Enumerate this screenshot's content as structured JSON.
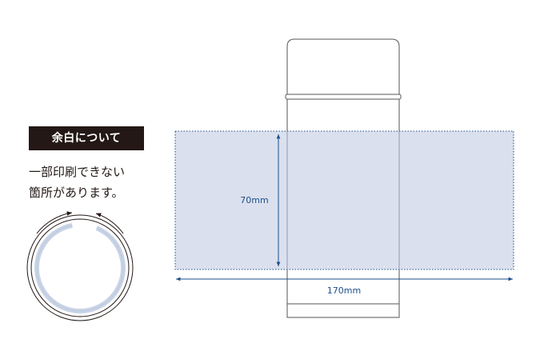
{
  "margin_note": {
    "title": "余白について",
    "lines": [
      "一部印刷できない",
      "箇所があります。"
    ]
  },
  "print_area": {
    "height_label": "70mm",
    "width_label": "170mm"
  },
  "colors": {
    "print_area_fill": "#d6dcec",
    "dimension_line": "#1a4f8a",
    "outline": "#555555",
    "badge_bg": "#231815"
  }
}
